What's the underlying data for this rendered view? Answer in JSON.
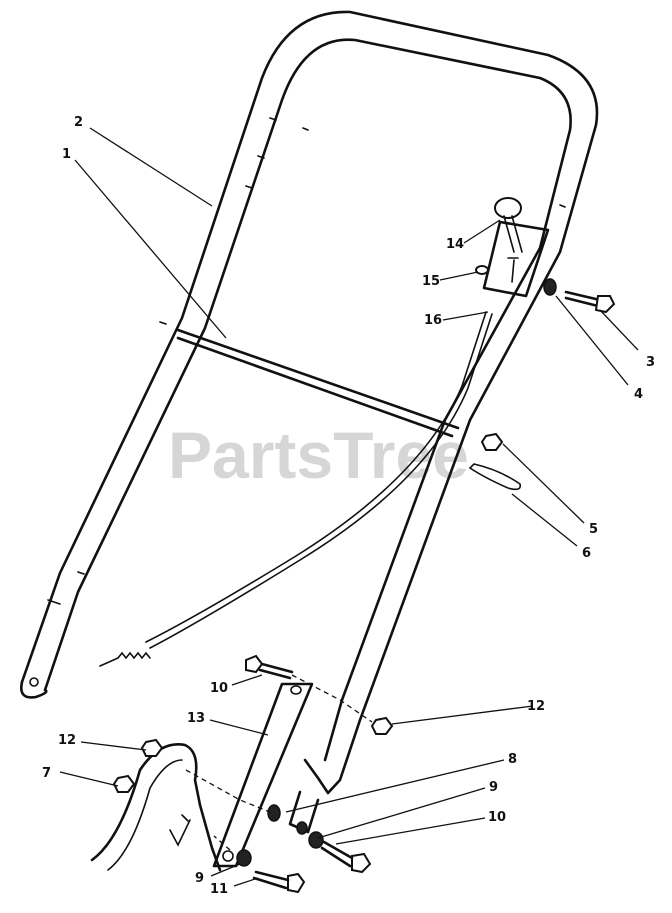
{
  "watermark": "PartsTree",
  "callouts": {
    "c1": "1",
    "c2": "2",
    "c3": "3",
    "c4": "4",
    "c5": "5",
    "c6": "6",
    "c7": "7",
    "c8": "8",
    "c9a": "9",
    "c9b": "9",
    "c10a": "10",
    "c10b": "10",
    "c11": "11",
    "c12a": "12",
    "c12b": "12",
    "c13": "13",
    "c14": "14",
    "c15": "15",
    "c16": "16"
  }
}
